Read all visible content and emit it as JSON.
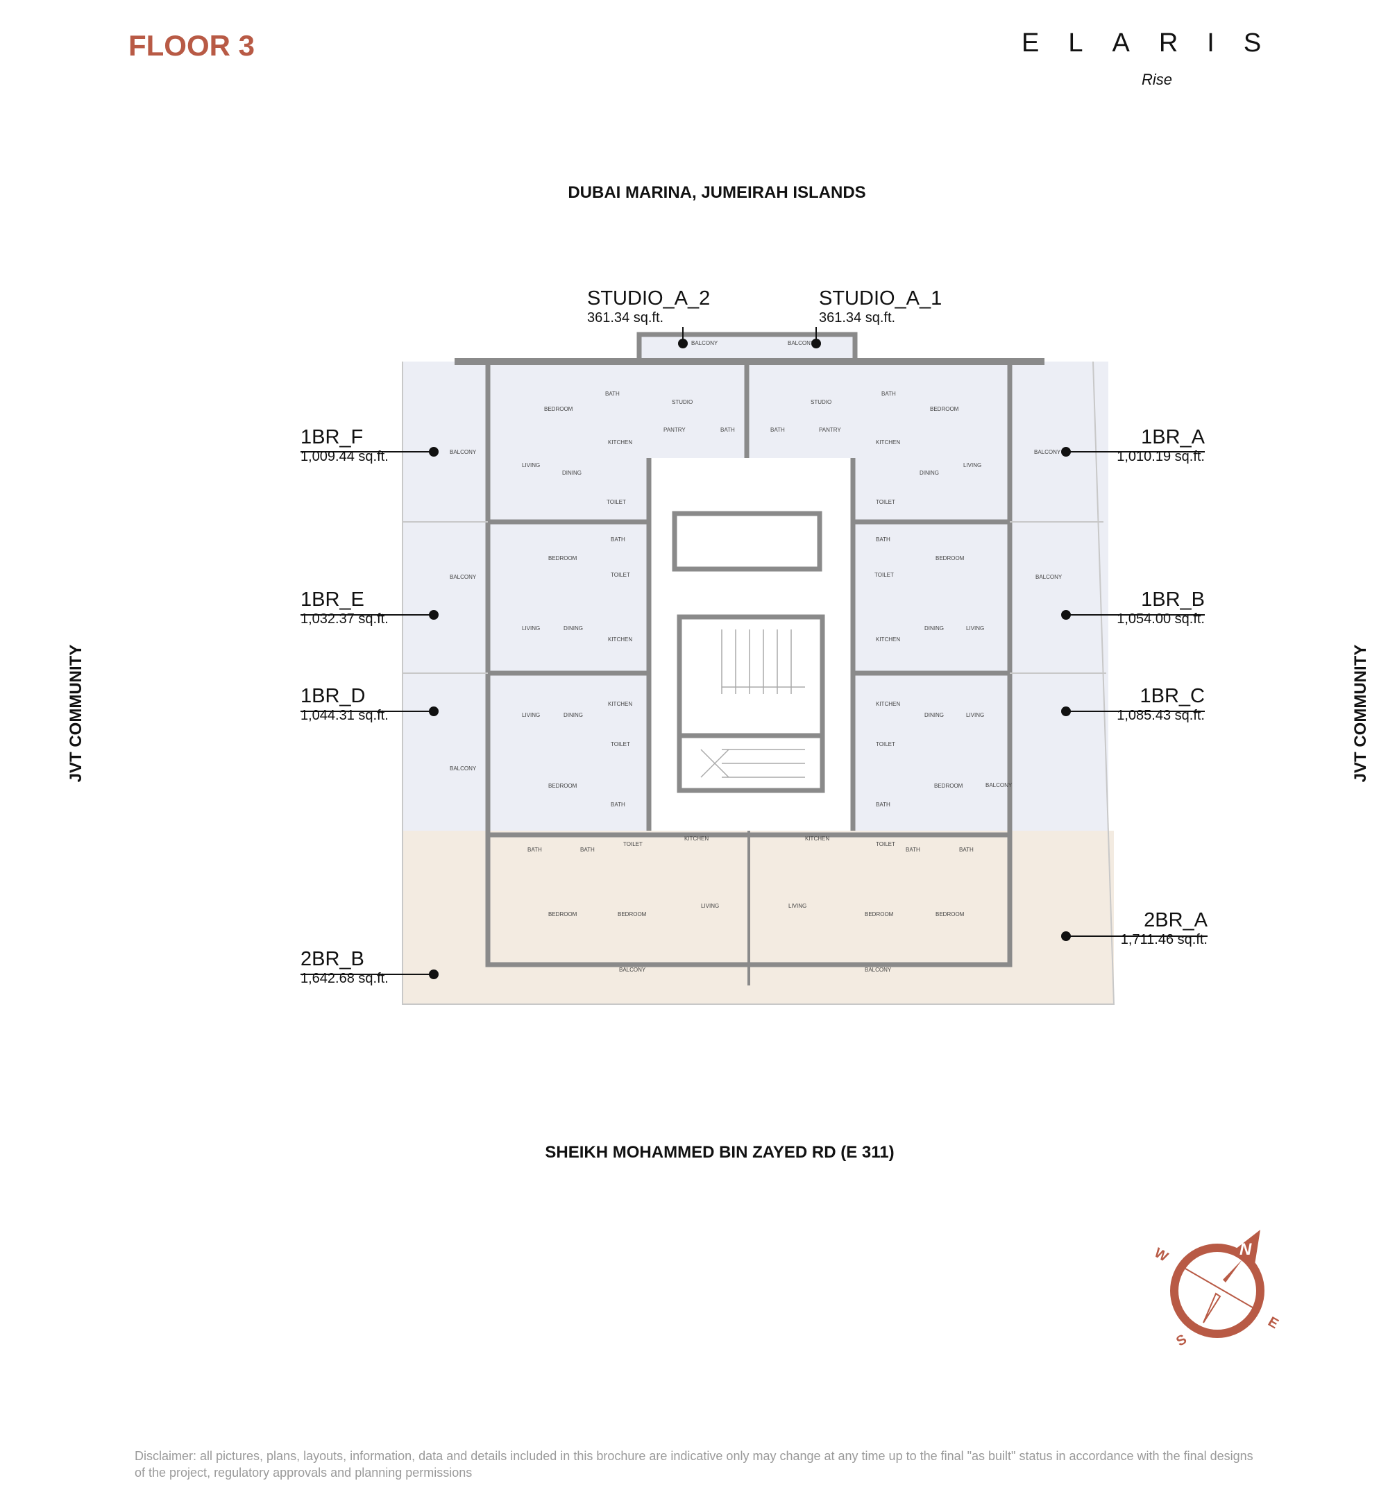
{
  "header": {
    "floor_title": "FLOOR 3",
    "brand": "ELARIS",
    "brand_sub": "Rise",
    "brand_color": "#b85a45"
  },
  "surroundings": {
    "north_road": "DUBAI MARINA, JUMEIRAH ISLANDS",
    "south_road": "SHEIKH MOHAMMED BIN ZAYED RD (E 311)",
    "west_side": "JVT COMMUNITY",
    "east_side": "JVT COMMUNITY"
  },
  "units": [
    {
      "name": "STUDIO_A_2",
      "area": "361.34 sq.ft."
    },
    {
      "name": "STUDIO_A_1",
      "area": "361.34 sq.ft."
    },
    {
      "name": "1BR_F",
      "area": "1,009.44 sq.ft."
    },
    {
      "name": "1BR_E",
      "area": "1,032.37 sq.ft."
    },
    {
      "name": "1BR_D",
      "area": "1,044.31 sq.ft."
    },
    {
      "name": "2BR_B",
      "area": "1,642.68 sq.ft."
    },
    {
      "name": "1BR_A",
      "area": "1,010.19 sq.ft."
    },
    {
      "name": "1BR_B",
      "area": "1,054.00 sq.ft."
    },
    {
      "name": "1BR_C",
      "area": "1,085.43 sq.ft."
    },
    {
      "name": "2BR_A",
      "area": "1,711.46 sq.ft."
    }
  ],
  "room_labels": {
    "balcony": "BALCONY",
    "bedroom": "BEDROOM",
    "living": "LIVING",
    "dining": "DINING",
    "kitchen": "KITCHEN",
    "bath": "BATH",
    "toilet": "TOILET",
    "studio": "STUDIO",
    "pantry": "PANTRY"
  },
  "compass": {
    "n": "N",
    "e": "E",
    "s": "S",
    "w": "W"
  },
  "colors": {
    "one_bed_fill": "#eceef5",
    "two_bed_fill": "#f3ebe1",
    "wall": "#8a8a8a",
    "accent": "#b85a45"
  },
  "disclaimer": "Disclaimer: all pictures, plans, layouts, information, data and details included in this brochure are indicative only may change at any time up to the final \"as built\" status in accordance with the final designs of the project, regulatory approvals and planning permissions"
}
